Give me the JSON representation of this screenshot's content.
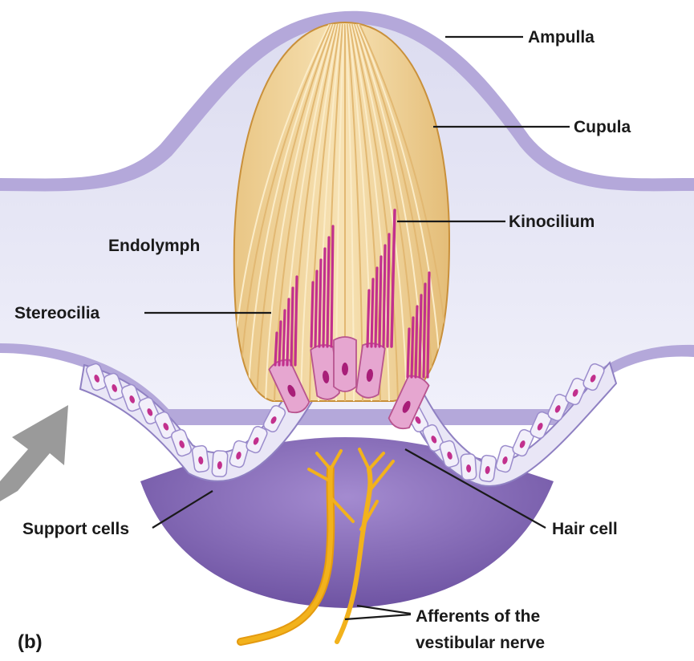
{
  "figure": {
    "panel_letter": "(b)",
    "labels": {
      "ampulla": "Ampulla",
      "cupula": "Cupula",
      "kinocilium": "Kinocilium",
      "endolymph": "Endolymph",
      "stereocilia": "Stereocilia",
      "support_cells": "Support cells",
      "hair_cell": "Hair cell",
      "afferents_line1": "Afferents of the",
      "afferents_line2": "vestibular nerve"
    }
  },
  "colors": {
    "endolymph": "#e6e6f4",
    "ampulla_wall": "#b4a8da",
    "crista": "#7d62ad",
    "cupula": "#f0d49a",
    "cilia": "#c2308d",
    "hair_cell": "#e6a6d0",
    "support_cell": "#ece8f6",
    "nerve": "#f2b21c",
    "arrow": "#9a9a9a"
  }
}
